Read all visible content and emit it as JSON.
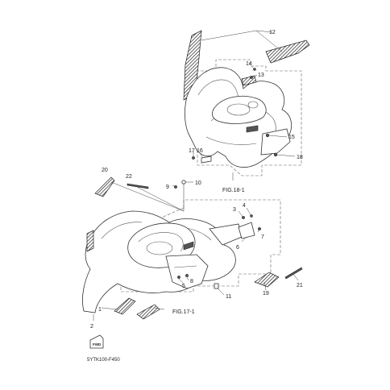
{
  "callouts": [
    {
      "id": "c1",
      "label": "1"
    },
    {
      "id": "c2",
      "label": "2"
    },
    {
      "id": "c3",
      "label": "3"
    },
    {
      "id": "c4",
      "label": "4"
    },
    {
      "id": "c5",
      "label": "5"
    },
    {
      "id": "c6",
      "label": "6"
    },
    {
      "id": "c7",
      "label": "7"
    },
    {
      "id": "c8",
      "label": "8"
    },
    {
      "id": "c9",
      "label": "9"
    },
    {
      "id": "c10",
      "label": "10"
    },
    {
      "id": "c11",
      "label": "11"
    },
    {
      "id": "c12",
      "label": "12"
    },
    {
      "id": "c13",
      "label": "13"
    },
    {
      "id": "c14",
      "label": "14"
    },
    {
      "id": "c15",
      "label": "15"
    },
    {
      "id": "c16",
      "label": "16"
    },
    {
      "id": "c17",
      "label": "17"
    },
    {
      "id": "c18",
      "label": "18"
    },
    {
      "id": "c19",
      "label": "19"
    },
    {
      "id": "c20",
      "label": "20"
    },
    {
      "id": "c21",
      "label": "21"
    },
    {
      "id": "c22",
      "label": "22"
    }
  ],
  "figure_refs": {
    "fig18": "FIG.18-1",
    "fig17": "FIG.17-1"
  },
  "fwd_label": "FWD",
  "diagram_code": "5YTK100-F450"
}
